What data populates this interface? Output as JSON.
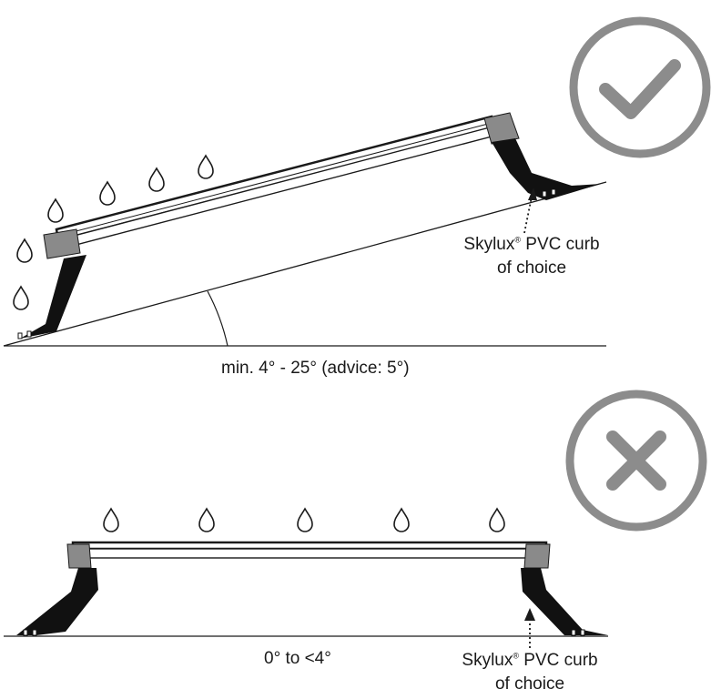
{
  "top_diagram": {
    "status_icon": "check-circle-icon",
    "angle_label": "min. 4° - 25° (advice: 5°)",
    "curb_label_line1_brand": "Skylux",
    "curb_label_reg": "®",
    "curb_label_line1_rest": " PVC curb",
    "curb_label_line2": "of choice"
  },
  "bottom_diagram": {
    "status_icon": "cross-circle-icon",
    "angle_label": "0° to <4°",
    "curb_label_line1_brand": "Skylux",
    "curb_label_reg": "®",
    "curb_label_line1_rest": " PVC curb",
    "curb_label_line2": "of choice"
  },
  "colors": {
    "icon_gray": "#8c8c8c",
    "curb_gray": "#8a8a8a",
    "line": "#1a1a1a"
  }
}
